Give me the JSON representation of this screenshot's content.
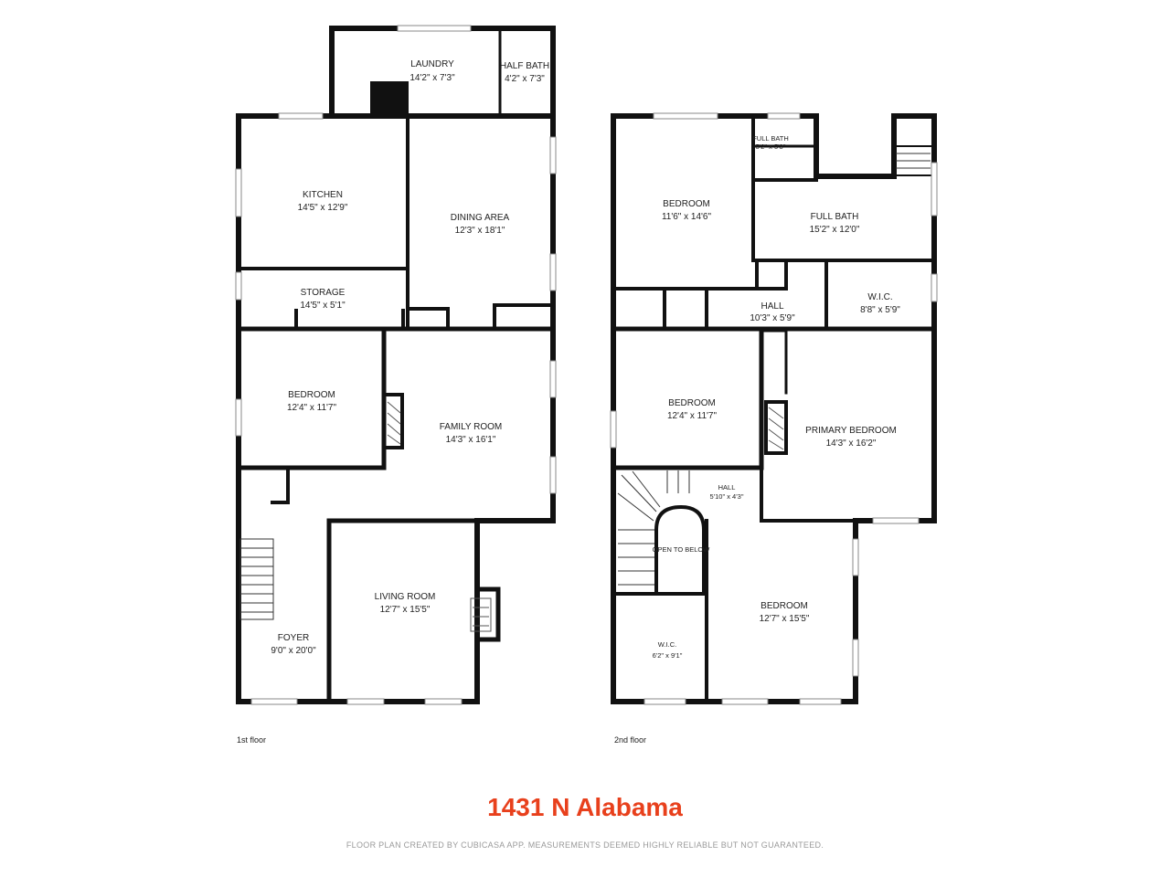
{
  "floors": [
    {
      "label": "1st floor",
      "rooms": [
        {
          "name": "LAUNDRY",
          "size": "14'2\" x 7'3\""
        },
        {
          "name": "HALF BATH",
          "size": "4'2\" x 7'3\""
        },
        {
          "name": "KITCHEN",
          "size": "14'5\" x 12'9\""
        },
        {
          "name": "DINING AREA",
          "size": "12'3\" x 18'1\""
        },
        {
          "name": "STORAGE",
          "size": "14'5\" x 5'1\""
        },
        {
          "name": "BEDROOM",
          "size": "12'4\" x 11'7\""
        },
        {
          "name": "FAMILY ROOM",
          "size": "14'3\" x 16'1\""
        },
        {
          "name": "LIVING ROOM",
          "size": "12'7\" x 15'5\""
        },
        {
          "name": "FOYER",
          "size": "9'0\" x 20'0\""
        }
      ]
    },
    {
      "label": "2nd floor",
      "rooms": [
        {
          "name": "BEDROOM",
          "size": "11'6\" x 14'6\""
        },
        {
          "name": "FULL BATH",
          "size": "5'2\" x 5'3\""
        },
        {
          "name": "FULL BATH",
          "size": "15'2\" x 12'0\""
        },
        {
          "name": "HALL",
          "size": "10'3\" x 5'9\""
        },
        {
          "name": "W.I.C.",
          "size": "8'8\" x 5'9\""
        },
        {
          "name": "BEDROOM",
          "size": "12'4\" x 11'7\""
        },
        {
          "name": "PRIMARY BEDROOM",
          "size": "14'3\" x 16'2\""
        },
        {
          "name": "HALL",
          "size": "5'10\" x 4'3\""
        },
        {
          "name": "OPEN TO BELOW",
          "size": ""
        },
        {
          "name": "W.I.C.",
          "size": "6'2\" x 9'1\""
        },
        {
          "name": "BEDROOM",
          "size": "12'7\" x 15'5\""
        }
      ]
    }
  ],
  "address": "1431 N Alabama",
  "credit": "FLOOR PLAN CREATED BY CUBICASA APP. MEASUREMENTS DEEMED HIGHLY RELIABLE BUT NOT GUARANTEED.",
  "colors": {
    "wall": "#111111",
    "title": "#e8401c",
    "credit": "#9a9a9a"
  }
}
